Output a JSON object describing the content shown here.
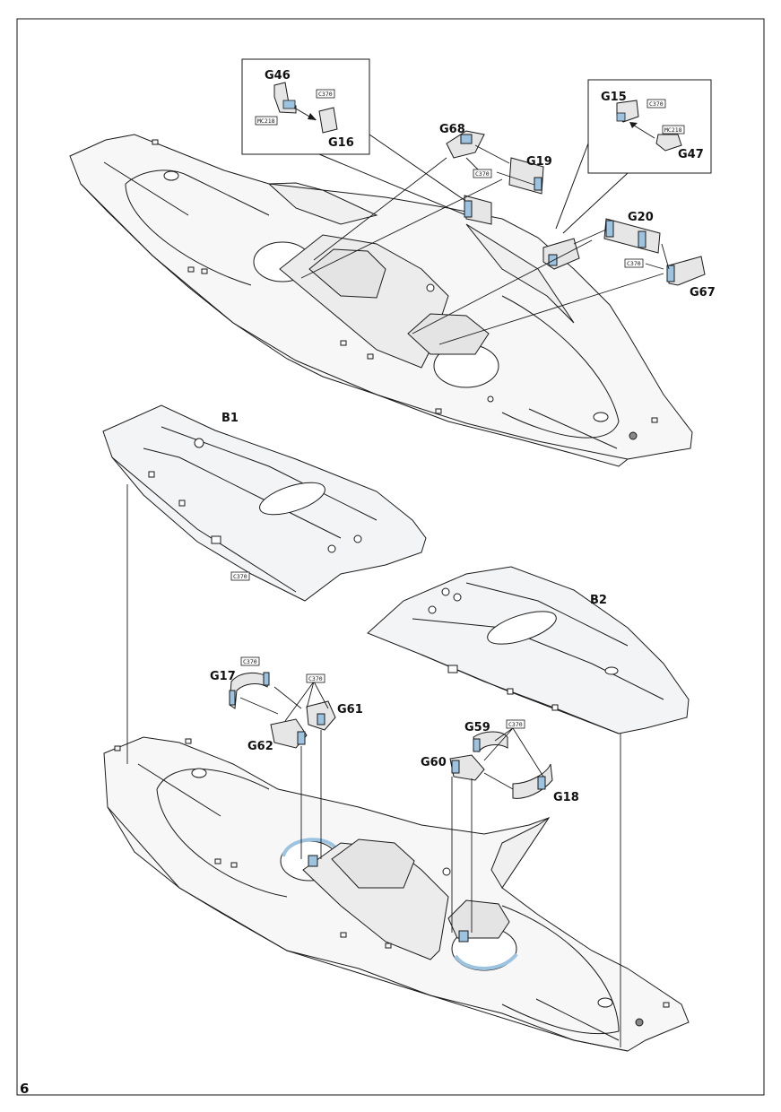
{
  "page_number": "6",
  "colors": {
    "ink": "#1a1a1a",
    "panel_fill": "#f3f4f5",
    "part_fill": "#e8e9ea",
    "highlight_blue": "#9cc3e0",
    "paper": "#ffffff"
  },
  "callouts": {
    "top_left": {
      "part_a": "G46",
      "part_b": "G16",
      "tag_a": "MC218",
      "tag_b": "C370"
    },
    "top_right": {
      "part_a": "G15",
      "part_b": "G47",
      "tag_a": "C370",
      "tag_b": "MC218"
    }
  },
  "step_top": {
    "parts": [
      "G68",
      "G19",
      "G20",
      "G67"
    ],
    "tags": [
      "C370",
      "C370"
    ]
  },
  "wing_left": {
    "label": "B1",
    "tag": "C370"
  },
  "wing_right": {
    "label": "B2"
  },
  "step_bottom": {
    "parts_left": [
      "G17",
      "G61",
      "G62"
    ],
    "parts_right": [
      "G59",
      "G60",
      "G18"
    ],
    "tags": [
      "C370",
      "C370",
      "C370"
    ]
  },
  "icons": [
    "arrow-icon",
    "part-icon",
    "wing-panel-icon"
  ]
}
